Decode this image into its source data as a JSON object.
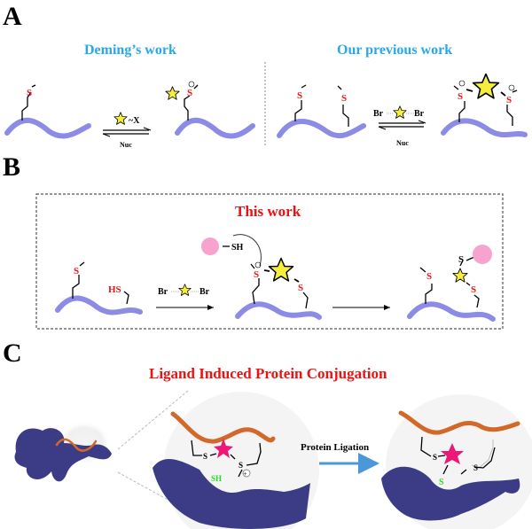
{
  "panels": {
    "A": {
      "letter": "A",
      "left_title": "Deming’s work",
      "right_title": "Our previous work",
      "left_reagent": "X",
      "right_reagent_left": "Br",
      "right_reagent_right": "Br",
      "nucleophile_label": "Nuc",
      "sulfur_label": "S"
    },
    "B": {
      "letter": "B",
      "title": "This work",
      "thiol_label": "HS",
      "sh_label": "SH",
      "reagent_left": "Br",
      "reagent_right": "Br",
      "sulfur_label": "S"
    },
    "C": {
      "letter": "C",
      "title": "Ligand Induced Protein Conjugation",
      "arrow_label": "Protein Ligation",
      "sh_label": "SH",
      "sulfur_label": "S"
    }
  },
  "colors": {
    "peptide_backbone": "#8c8ce6",
    "sulfur": "#ee1111",
    "star": "#f5ee3a",
    "blue_title": "#29a8e8",
    "red_title": "#ee1111",
    "pink_ball": "#f7a3cd",
    "ligand_tube": "#d2692a",
    "protein": "#3c3c86",
    "magenta_star": "#ec1777",
    "thiol_green": "#22dd22",
    "arrow_blue": "#4a98d8"
  }
}
